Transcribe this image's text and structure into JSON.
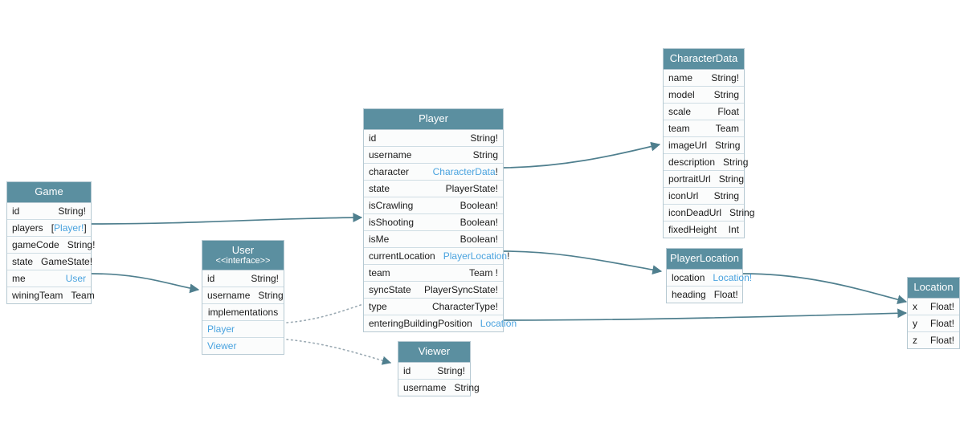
{
  "diagram": {
    "title": "GraphQL Schema Entity Diagram",
    "colors": {
      "header_bg": "#5b8fa0",
      "header_text": "#ffffff",
      "row_bg": "#fbfcfc",
      "border": "#b6c9d2",
      "link_text": "#4aa3df",
      "edge_stroke": "#4f7f8e",
      "canvas_bg": "#ffffff"
    }
  },
  "entities": {
    "game": {
      "name": "Game",
      "fields": [
        {
          "name": "id",
          "type": "String!",
          "link": false
        },
        {
          "name": "players",
          "type": "[Player!]",
          "link": true,
          "type_prefix": "[",
          "type_link": "Player!",
          "type_suffix": "]"
        },
        {
          "name": "gameCode",
          "type": "String!",
          "link": false
        },
        {
          "name": "state",
          "type": "GameState!",
          "link": false
        },
        {
          "name": "me",
          "type": "User",
          "link": true
        },
        {
          "name": "winingTeam",
          "type": "Team",
          "link": false
        }
      ]
    },
    "user": {
      "name": "User",
      "stereotype": "<<interface>>",
      "fields": [
        {
          "name": "id",
          "type": "String!",
          "link": false
        },
        {
          "name": "username",
          "type": "String",
          "link": false
        }
      ],
      "implementations_label": "implementations",
      "implementations": [
        {
          "name": "Player"
        },
        {
          "name": "Viewer"
        }
      ]
    },
    "player": {
      "name": "Player",
      "fields": [
        {
          "name": "id",
          "type": "String!",
          "link": false
        },
        {
          "name": "username",
          "type": "String",
          "link": false
        },
        {
          "name": "character",
          "type": "CharacterData!",
          "link": true,
          "type_link": "CharacterData",
          "type_suffix": "!"
        },
        {
          "name": "state",
          "type": "PlayerState!",
          "link": false
        },
        {
          "name": "isCrawling",
          "type": "Boolean!",
          "link": false
        },
        {
          "name": "isShooting",
          "type": "Boolean!",
          "link": false
        },
        {
          "name": "isMe",
          "type": "Boolean!",
          "link": false
        },
        {
          "name": "currentLocation",
          "type": "PlayerLocation!",
          "link": true,
          "type_link": "PlayerLocation",
          "type_suffix": "!"
        },
        {
          "name": "team",
          "type": "Team !",
          "link": false
        },
        {
          "name": "syncState",
          "type": "PlayerSyncState!",
          "link": false
        },
        {
          "name": "type",
          "type": "CharacterType!",
          "link": false
        },
        {
          "name": "enteringBuildingPosition",
          "type": "Location",
          "link": true,
          "type_link": "Location"
        }
      ]
    },
    "viewer": {
      "name": "Viewer",
      "fields": [
        {
          "name": "id",
          "type": "String!",
          "link": false
        },
        {
          "name": "username",
          "type": "String",
          "link": false
        }
      ]
    },
    "character_data": {
      "name": "CharacterData",
      "fields": [
        {
          "name": "name",
          "type": "String!",
          "link": false
        },
        {
          "name": "model",
          "type": "String",
          "link": false
        },
        {
          "name": "scale",
          "type": "Float",
          "link": false
        },
        {
          "name": "team",
          "type": "Team",
          "link": false
        },
        {
          "name": "imageUrl",
          "type": "String",
          "link": false
        },
        {
          "name": "description",
          "type": "String",
          "link": false
        },
        {
          "name": "portraitUrl",
          "type": "String",
          "link": false
        },
        {
          "name": "iconUrl",
          "type": "String",
          "link": false
        },
        {
          "name": "iconDeadUrl",
          "type": "String",
          "link": false
        },
        {
          "name": "fixedHeight",
          "type": "Int",
          "link": false
        }
      ]
    },
    "player_location": {
      "name": "PlayerLocation",
      "fields": [
        {
          "name": "location",
          "type": "Location!",
          "link": true,
          "type_link": "Location!"
        },
        {
          "name": "heading",
          "type": "Float!",
          "link": false
        }
      ]
    },
    "location": {
      "name": "Location",
      "fields": [
        {
          "name": "x",
          "type": "Float!",
          "link": false
        },
        {
          "name": "y",
          "type": "Float!",
          "link": false
        },
        {
          "name": "z",
          "type": "Float!",
          "link": false
        }
      ]
    }
  },
  "edges": [
    {
      "from": "game.players",
      "to": "player",
      "style": "solid"
    },
    {
      "from": "game.me",
      "to": "user",
      "style": "solid"
    },
    {
      "from": "player.character",
      "to": "character_data",
      "style": "solid"
    },
    {
      "from": "player.currentLocation",
      "to": "player_location",
      "style": "solid"
    },
    {
      "from": "player.enteringBuildingPosition",
      "to": "location",
      "style": "solid"
    },
    {
      "from": "player_location.location",
      "to": "location",
      "style": "solid"
    },
    {
      "from": "user.Player",
      "to": "player",
      "style": "dotted"
    },
    {
      "from": "user.Viewer",
      "to": "viewer",
      "style": "dotted"
    }
  ]
}
